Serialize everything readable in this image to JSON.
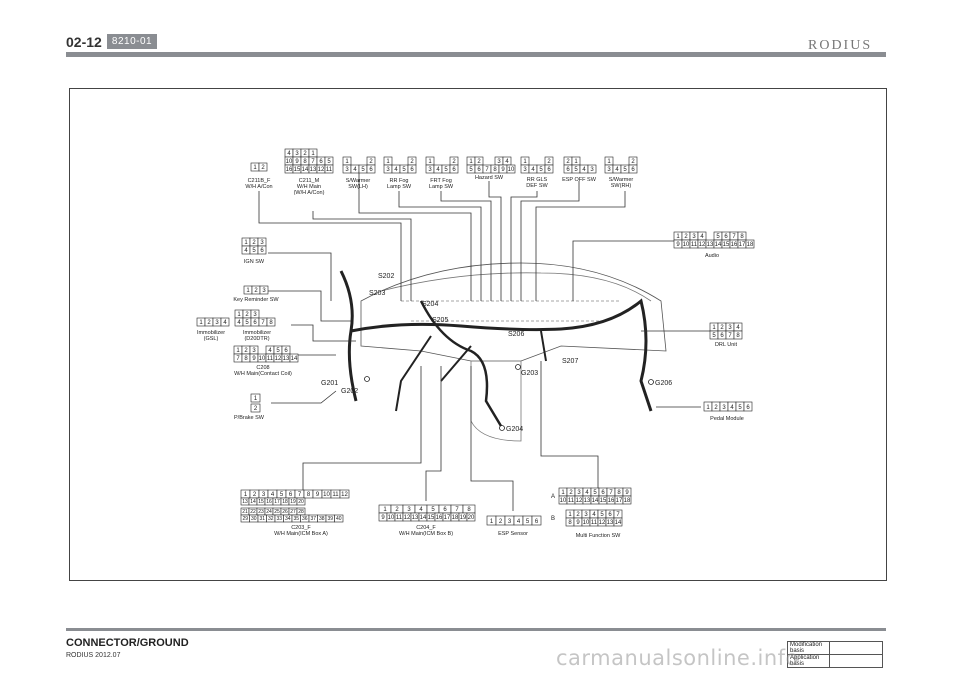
{
  "header": {
    "page_number": "02-12",
    "section_code": "8210-01",
    "brand": "RODIUS"
  },
  "footer": {
    "title": "CONNECTOR/GROUND",
    "model_date": "RODIUS 2012.07",
    "table_rows": [
      "Modification basis",
      "Application basis"
    ]
  },
  "watermark": "carmanualsonline.info",
  "connectors": {
    "c211b": {
      "name": "C211B_F",
      "desc": "W/H A/Con",
      "pins": [
        "1",
        "2"
      ]
    },
    "c211m": {
      "name": "C211_M",
      "desc": "W/H Main",
      "desc2": "(W/H A/Con)",
      "row1": [
        "4",
        "3",
        "2",
        "1"
      ],
      "row2": [
        "10",
        "9",
        "8",
        "7",
        "6",
        "5"
      ],
      "row3": [
        "16",
        "15",
        "14",
        "13",
        "12",
        "11"
      ]
    },
    "swarmer_lh": {
      "name": "S/Warmer",
      "desc": "SW(LH)",
      "pins": [
        "1",
        "2",
        "3",
        "4",
        "5",
        "6"
      ]
    },
    "rr_fog": {
      "name": "RR Fog",
      "desc": "Lamp SW",
      "pins": [
        "1",
        "2",
        "3",
        "4",
        "5",
        "6"
      ]
    },
    "frt_fog": {
      "name": "FRT Fog",
      "desc": "Lamp SW",
      "pins": [
        "1",
        "2",
        "3",
        "4",
        "5",
        "6"
      ]
    },
    "hazard": {
      "name": "Hazard SW",
      "row1": [
        "1",
        "2",
        "3",
        "4"
      ],
      "row2": [
        "5",
        "6",
        "7",
        "8",
        "9",
        "10"
      ]
    },
    "rr_gls": {
      "name": "RR GLS",
      "desc": "DEF SW",
      "pins": [
        "1",
        "2",
        "3",
        "4",
        "5",
        "6"
      ]
    },
    "esp_off": {
      "name": "ESP OFF SW",
      "row1": [
        "2",
        "1"
      ],
      "row2": [
        "6",
        "5",
        "4",
        "3"
      ]
    },
    "swarmer_rh": {
      "name": "S/Warmer",
      "desc": "SW(RH)",
      "pins": [
        "1",
        "2",
        "3",
        "4",
        "5",
        "6"
      ]
    },
    "ign": {
      "name": "IGN SW",
      "row1": [
        "1",
        "2",
        "3"
      ],
      "row2": [
        "4",
        "5",
        "6"
      ]
    },
    "key_reminder": {
      "name": "Key Reminder SW",
      "pins": [
        "1",
        "2",
        "3"
      ]
    },
    "immob_gsl": {
      "name": "Immobilizer",
      "desc": "(GSL)",
      "pins": [
        "1",
        "2",
        "3",
        "4"
      ]
    },
    "immob_d20": {
      "name": "Immobilizer",
      "desc": "(D20DTR)",
      "row1": [
        "1",
        "2",
        "3"
      ],
      "row2": [
        "4",
        "5",
        "6",
        "7",
        "8"
      ]
    },
    "c208": {
      "name": "C208",
      "desc": "W/H Main(Contact Coil)",
      "row1": [
        "1",
        "2",
        "3",
        "4",
        "5",
        "6"
      ],
      "row2": [
        "7",
        "8",
        "9",
        "10",
        "11",
        "12",
        "13",
        "14"
      ]
    },
    "pbrake": {
      "name": "P/Brake SW",
      "pins": [
        "1",
        "2"
      ]
    },
    "audio": {
      "name": "Audio",
      "row1": [
        "1",
        "2",
        "3",
        "4",
        "5",
        "6",
        "7",
        "8"
      ],
      "row2": [
        "9",
        "10",
        "11",
        "12",
        "13",
        "14",
        "15",
        "16",
        "17",
        "18"
      ]
    },
    "drl": {
      "name": "DRL Unit",
      "row1": [
        "1",
        "2",
        "3",
        "4"
      ],
      "row2": [
        "5",
        "6",
        "7",
        "8"
      ]
    },
    "pedal": {
      "name": "Pedal Module",
      "pins": [
        "1",
        "2",
        "3",
        "4",
        "5",
        "6"
      ]
    },
    "c203": {
      "name": "C203_F",
      "desc": "W/H Main(ICM Box A)",
      "row1": [
        "1",
        "2",
        "3",
        "4",
        "5",
        "6",
        "7",
        "8",
        "9",
        "10",
        "11",
        "12"
      ],
      "row2": [
        "13",
        "14",
        "15",
        "16",
        "17",
        "18",
        "19",
        "20"
      ],
      "row3": [
        "21",
        "22",
        "23",
        "24",
        "25",
        "26",
        "27",
        "28"
      ],
      "row4": [
        "29",
        "30",
        "31",
        "32",
        "33",
        "34",
        "35",
        "36",
        "37",
        "38",
        "39",
        "40"
      ]
    },
    "c204": {
      "name": "C204_F",
      "desc": "W/H Main(ICM Box B)",
      "row1": [
        "1",
        "2",
        "3",
        "4",
        "5",
        "6",
        "7",
        "8"
      ],
      "row2": [
        "9",
        "10",
        "11",
        "12",
        "13",
        "14",
        "15",
        "16",
        "17",
        "18",
        "19",
        "20"
      ]
    },
    "esp_sensor": {
      "name": "ESP Sensor",
      "pins": [
        "1",
        "2",
        "3",
        "4",
        "5",
        "6"
      ]
    },
    "multi": {
      "name": "Multi Function SW",
      "rowA_label": "A",
      "rowB_label": "B",
      "rowA1": [
        "1",
        "2",
        "3",
        "4",
        "5",
        "6",
        "7",
        "8",
        "9"
      ],
      "rowA2": [
        "10",
        "11",
        "12",
        "13",
        "14",
        "15",
        "16",
        "17",
        "18"
      ],
      "rowB1": [
        "1",
        "2",
        "3",
        "4",
        "5",
        "6",
        "7"
      ],
      "rowB2": [
        "8",
        "9",
        "10",
        "11",
        "12",
        "13",
        "14"
      ]
    }
  },
  "splices": [
    "S202",
    "S203",
    "S204",
    "S205",
    "S206",
    "S207"
  ],
  "grounds": [
    "G201",
    "G202",
    "G203",
    "G204",
    "G206"
  ]
}
